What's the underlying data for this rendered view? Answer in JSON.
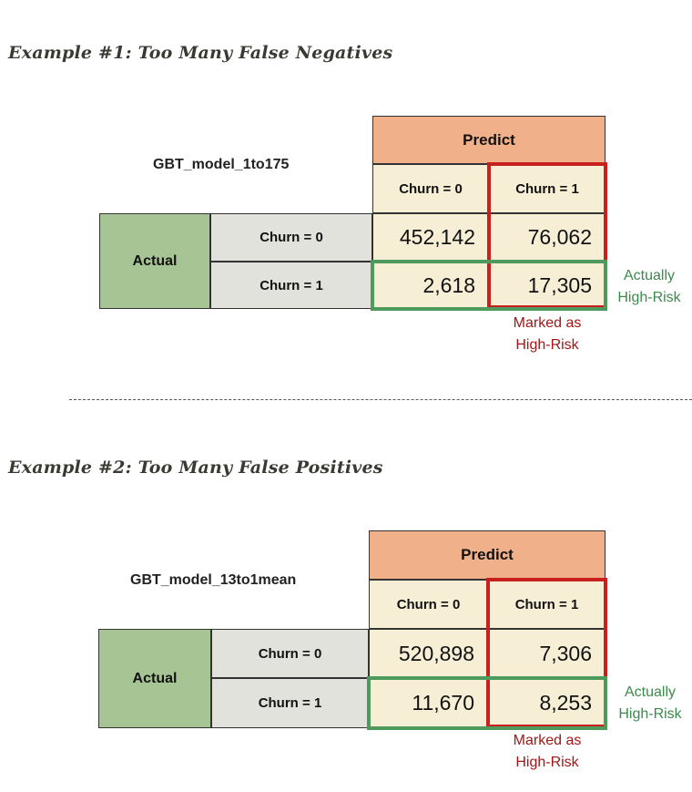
{
  "examples": [
    {
      "title": "Example #1: Too Many False Negatives",
      "model": "GBT_model_1to175",
      "predict_label": "Predict",
      "actual_label": "Actual",
      "col_headers": [
        "Churn = 0",
        "Churn = 1"
      ],
      "row_headers": [
        "Churn = 0",
        "Churn = 1"
      ],
      "values": [
        [
          "452,142",
          "76,062"
        ],
        [
          "2,618",
          "17,305"
        ]
      ],
      "marked_note": [
        "Marked as",
        "High-Risk"
      ],
      "actual_note": [
        "Actually",
        "High-Risk"
      ]
    },
    {
      "title": "Example #2: Too Many False Positives",
      "model": "GBT_model_13to1mean",
      "predict_label": "Predict",
      "actual_label": "Actual",
      "col_headers": [
        "Churn = 0",
        "Churn = 1"
      ],
      "row_headers": [
        "Churn = 0",
        "Churn = 1"
      ],
      "values": [
        [
          "520,898",
          "7,306"
        ],
        [
          "11,670",
          "8,253"
        ]
      ],
      "marked_note": [
        "Marked as",
        "High-Risk"
      ],
      "actual_note": [
        "Actually",
        "High-Risk"
      ]
    }
  ],
  "colors": {
    "predict_header": "#f0b089",
    "actual_header": "#a7c495",
    "cell_bg": "#f6efd6",
    "highlight_red": "#c81f1f",
    "highlight_green": "#4e9a5c"
  }
}
